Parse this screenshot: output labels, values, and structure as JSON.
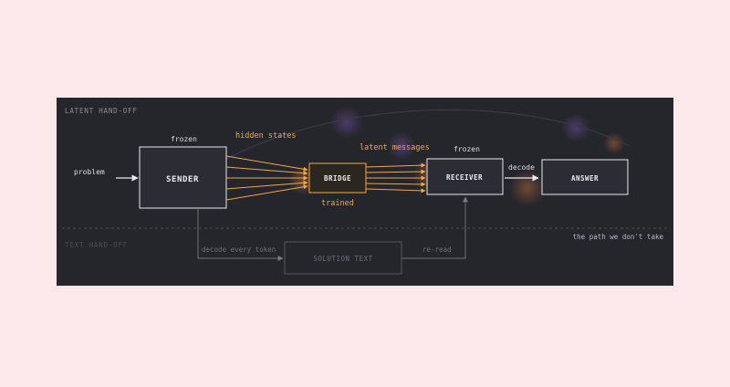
{
  "sections": {
    "latent_label": "LATENT HAND-OFF",
    "text_label": "TEXT HAND-OFF"
  },
  "nodes": {
    "sender": "SENDER",
    "bridge": "BRIDGE",
    "receiver": "RECEIVER",
    "answer": "ANSWER",
    "solution_text": "SOLUTION TEXT"
  },
  "labels": {
    "problem": "problem",
    "sender_frozen": "frozen",
    "hidden_states": "hidden states",
    "latent_messages": "latent messages",
    "receiver_frozen": "frozen",
    "decode": "decode",
    "trained": "trained",
    "decode_every_token": "decode every token",
    "re_read": "re-read",
    "path_not_taken": "the path we don't take"
  },
  "colors": {
    "page_background": "#fde9ec",
    "panel_background": "#25252c",
    "box_fill": "#2c2c34",
    "box_border": "#e7e7ee",
    "accent_orange": "#f0a848",
    "text_light": "#dcdce4",
    "text_dim": "#8c8c96",
    "ghost_path": "#6f6f78"
  }
}
